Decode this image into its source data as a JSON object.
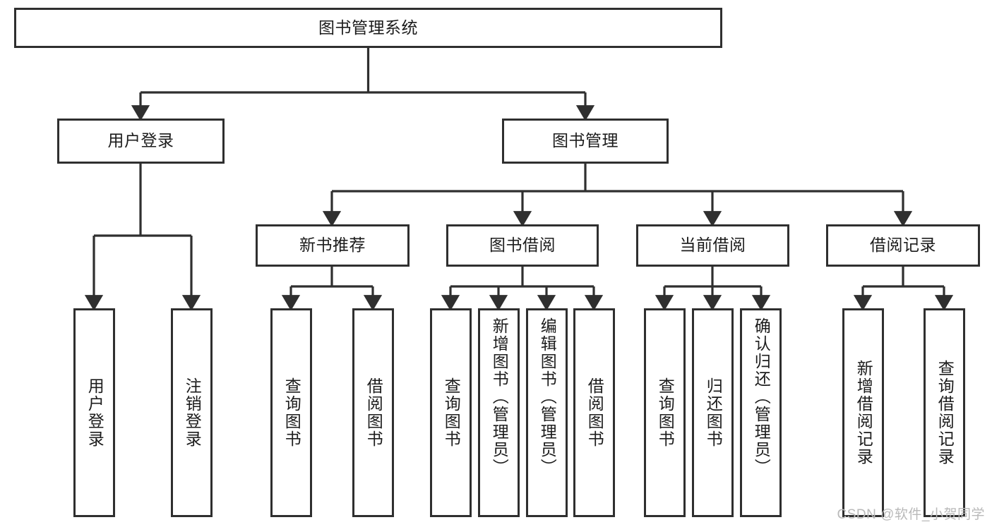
{
  "diagram": {
    "title": "图书管理系统",
    "type": "tree-hierarchy-diagram",
    "colors": {
      "box_border": "#2f2f2f",
      "box_fill": "#ffffff",
      "edge": "#2f2f2f",
      "text": "#1c1c1c",
      "watermark": "#b9b9b9",
      "background": "#ffffff"
    },
    "root": {
      "label": "图书管理系统"
    },
    "level2": [
      {
        "label": "用户登录"
      },
      {
        "label": "图书管理"
      }
    ],
    "level3": [
      {
        "label": "新书推荐"
      },
      {
        "label": "图书借阅"
      },
      {
        "label": "当前借阅"
      },
      {
        "label": "借阅记录"
      }
    ],
    "leaves": {
      "user_login": [
        {
          "label": "用户登录"
        },
        {
          "label": "注销登录"
        }
      ],
      "new_book_recommend": [
        {
          "label": "查询图书"
        },
        {
          "label": "借阅图书"
        }
      ],
      "book_borrow": [
        {
          "label": "查询图书"
        },
        {
          "label": "新增图书（管理员）"
        },
        {
          "label": "编辑图书（管理员）"
        },
        {
          "label": "借阅图书"
        }
      ],
      "current_borrow": [
        {
          "label": "查询图书"
        },
        {
          "label": "归还图书"
        },
        {
          "label": "确认归还（管理员）"
        }
      ],
      "borrow_record": [
        {
          "label": "新增借阅记录"
        },
        {
          "label": "查询借阅记录"
        }
      ]
    }
  },
  "watermark": {
    "text": "CSDN @软件_小贺同学"
  }
}
